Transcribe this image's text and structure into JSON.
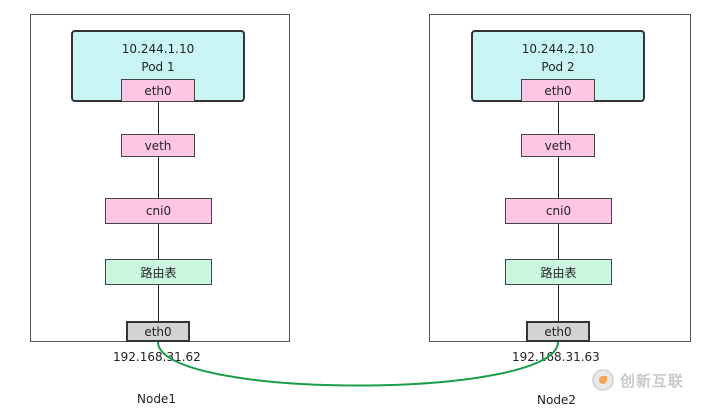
{
  "nodes": [
    {
      "pod_ip": "10.244.1.10",
      "pod_name": "Pod 1",
      "pod_eth": "eth0",
      "veth": "veth",
      "cni": "cni0",
      "route_table": "路由表",
      "host_eth": "eth0",
      "host_ip": "192.168.31.62",
      "node_name": "Node1"
    },
    {
      "pod_ip": "10.244.2.10",
      "pod_name": "Pod 2",
      "pod_eth": "eth0",
      "veth": "veth",
      "cni": "cni0",
      "route_table": "路由表",
      "host_eth": "eth0",
      "host_ip": "192.168.31.63",
      "node_name": "Node2"
    }
  ],
  "watermark": "创新互联",
  "colors": {
    "pod": "#c9f5f5",
    "interface": "#ffc6e4",
    "route_table": "#c9f7e0",
    "host_eth": "#d2d2d2",
    "link": "#1a9e4a"
  }
}
